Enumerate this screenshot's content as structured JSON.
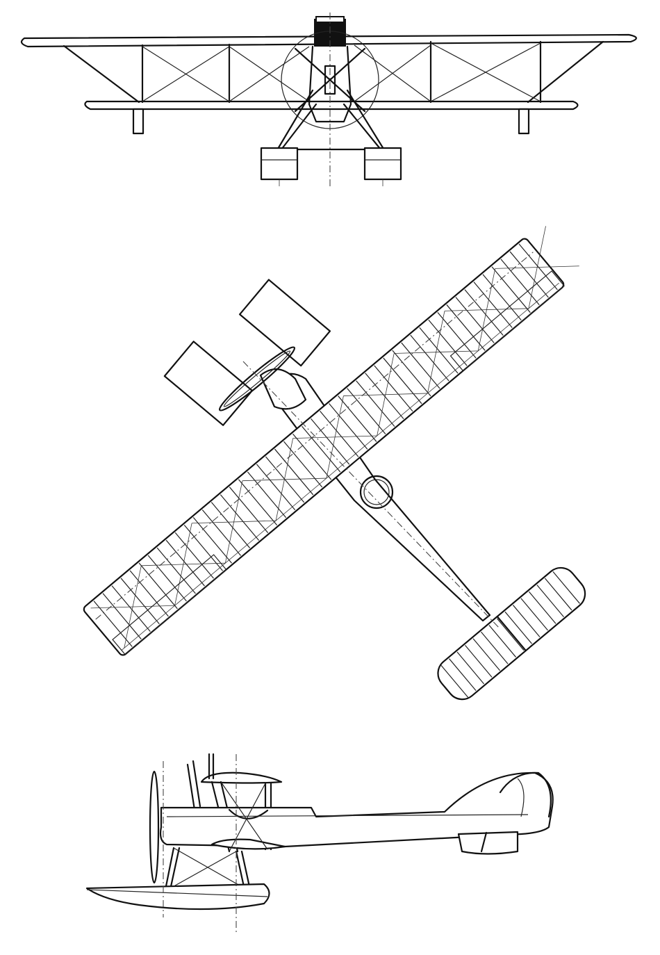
{
  "drawing": {
    "views": [
      "front-view",
      "plan-view",
      "side-view"
    ],
    "colors": {
      "ink": "#111111",
      "paper": "#ffffff"
    }
  }
}
